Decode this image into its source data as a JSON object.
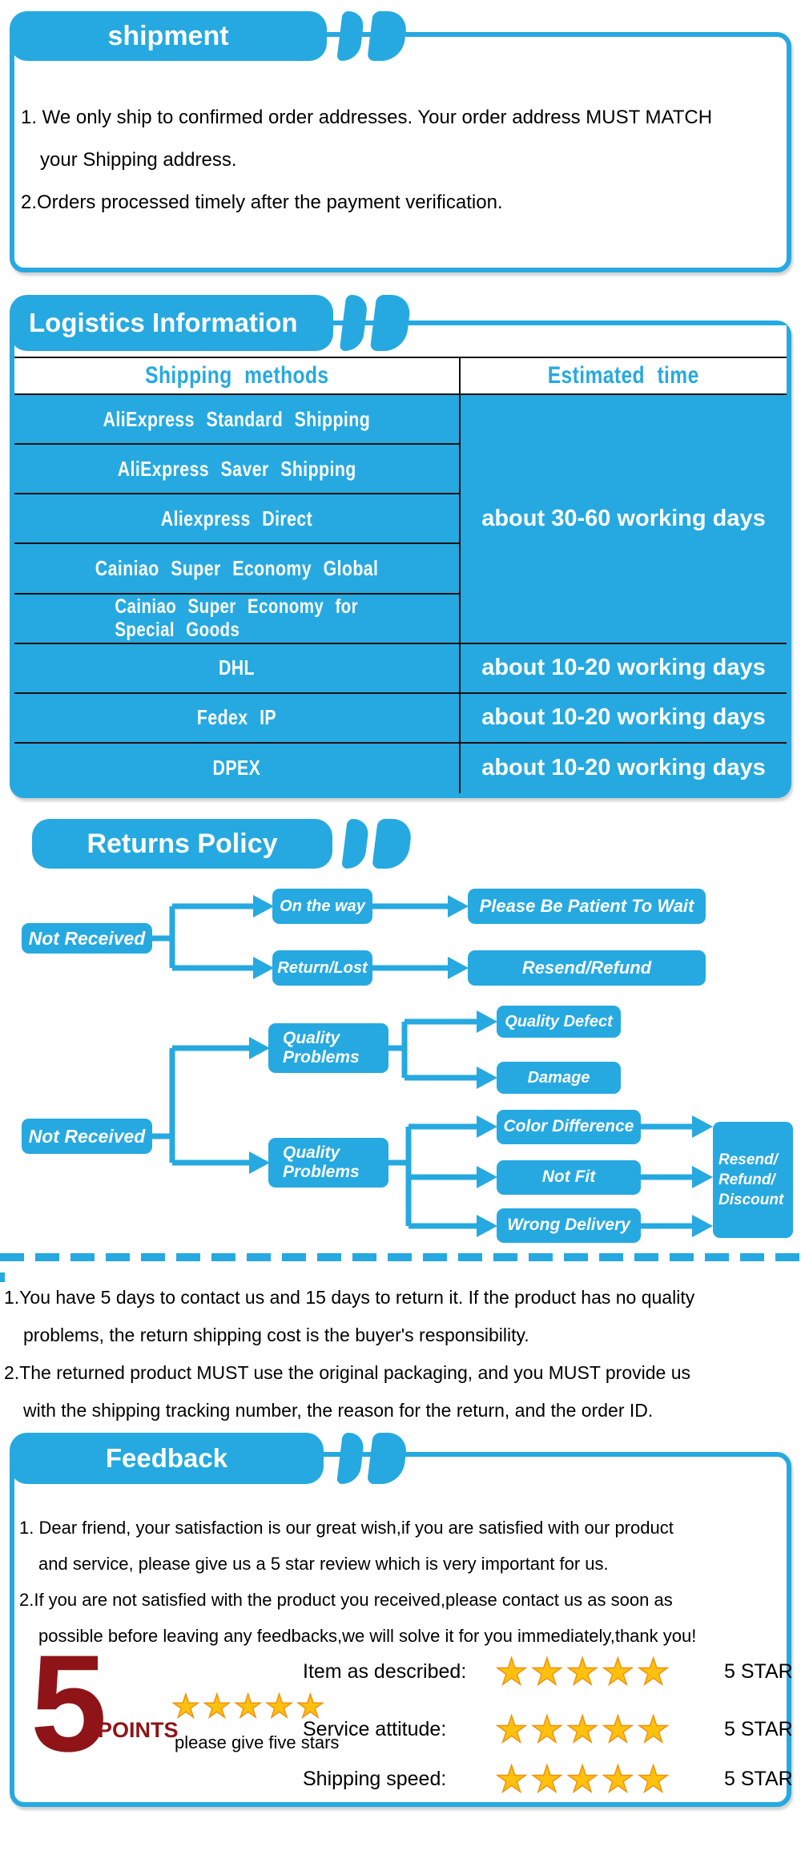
{
  "theme": {
    "blue": "#26A9E0",
    "dark_red": "#8E1418",
    "star_gold": "#FFC10D",
    "star_char": "★"
  },
  "shipment": {
    "title": "shipment",
    "lines": [
      "1. We only ship to confirmed order addresses. Your order address MUST MATCH",
      "your Shipping address.",
      "2.Orders processed timely after the payment verification."
    ]
  },
  "logistics": {
    "title": "Logistics Information",
    "table": {
      "col1_header": "Shipping methods",
      "col2_header": "Estimated time",
      "methods": [
        "AliExpress Standard Shipping",
        "AliExpress Saver Shipping",
        "Aliexpress Direct",
        "Cainiao Super Economy Global",
        "Cainiao Super Economy for\nSpecial Goods"
      ],
      "merged_time": "about 30-60 working days",
      "express_rows": [
        {
          "method": "DHL",
          "time": "about 10-20 working days"
        },
        {
          "method": "Fedex IP",
          "time": "about 10-20 working days"
        },
        {
          "method": "DPEX",
          "time": "about 10-20 working days"
        }
      ]
    }
  },
  "returns": {
    "title": "Returns Policy",
    "flow1": {
      "root": "Not Received",
      "branch1": "On the way",
      "result1": "Please Be Patient To Wait",
      "branch2": "Return/Lost",
      "result2": "Resend/Refund"
    },
    "flow2": {
      "root": "Not Received",
      "qp1": "Quality Problems",
      "qp2": "Quality Problems",
      "defect": "Quality Defect",
      "damage": "Damage",
      "color_difference": "Color Difference",
      "not_fit": "Not Fit",
      "wrong_delivery": "Wrong Delivery",
      "final_lines": [
        "Resend/",
        "Refund/",
        "Discount"
      ]
    },
    "notes": [
      "1.You have 5 days to contact us and 15 days to return it. If the product has no quality",
      "problems, the return shipping cost is the buyer's responsibility.",
      "2.The returned product MUST use the original packaging, and you MUST provide us",
      "with the shipping tracking number, the reason for the return, and the order ID."
    ]
  },
  "feedback": {
    "title": "Feedback",
    "lines": [
      "1. Dear friend, your satisfaction is our great wish,if you are satisfied with our product",
      "and service, please give us a 5 star review which is very important for us.",
      "2.If you are not satisfied with the product you received,please contact us as soon as",
      "possible before leaving any feedbacks,we will solve it for you immediately,thank you!"
    ],
    "points_number": "5",
    "points_label": "POINTS",
    "points_hint": "please give five stars",
    "star_count": 5,
    "rating_rows": [
      {
        "label": "Item as described:",
        "value": "5 STAR"
      },
      {
        "label": "Service attitude:",
        "value": "5 STAR"
      },
      {
        "label": "Shipping speed:",
        "value": "5 STAR"
      }
    ]
  }
}
